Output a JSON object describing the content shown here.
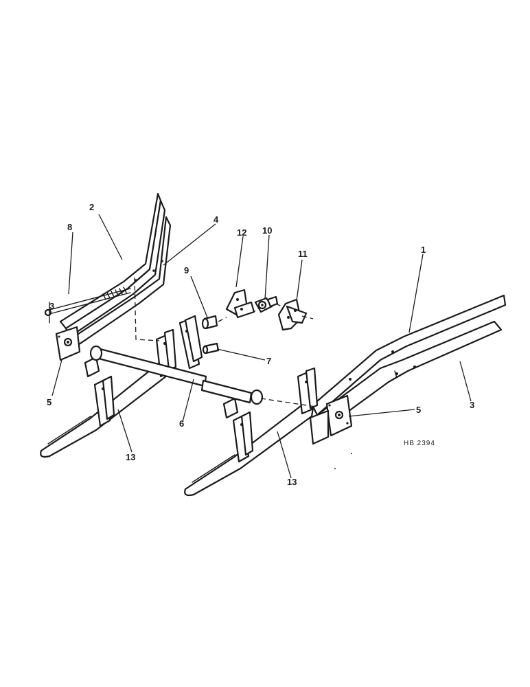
{
  "callouts": {
    "c1": "1",
    "c2": "2",
    "c3a": "3",
    "c3b": "3",
    "c4": "4",
    "c5a": "5",
    "c5b": "5",
    "c6": "6",
    "c7": "7",
    "c8": "8",
    "c9": "9",
    "c10": "10",
    "c11": "11",
    "c12": "12",
    "c13a": "13",
    "c13b": "13"
  },
  "drawing_ref": "HB 2394"
}
